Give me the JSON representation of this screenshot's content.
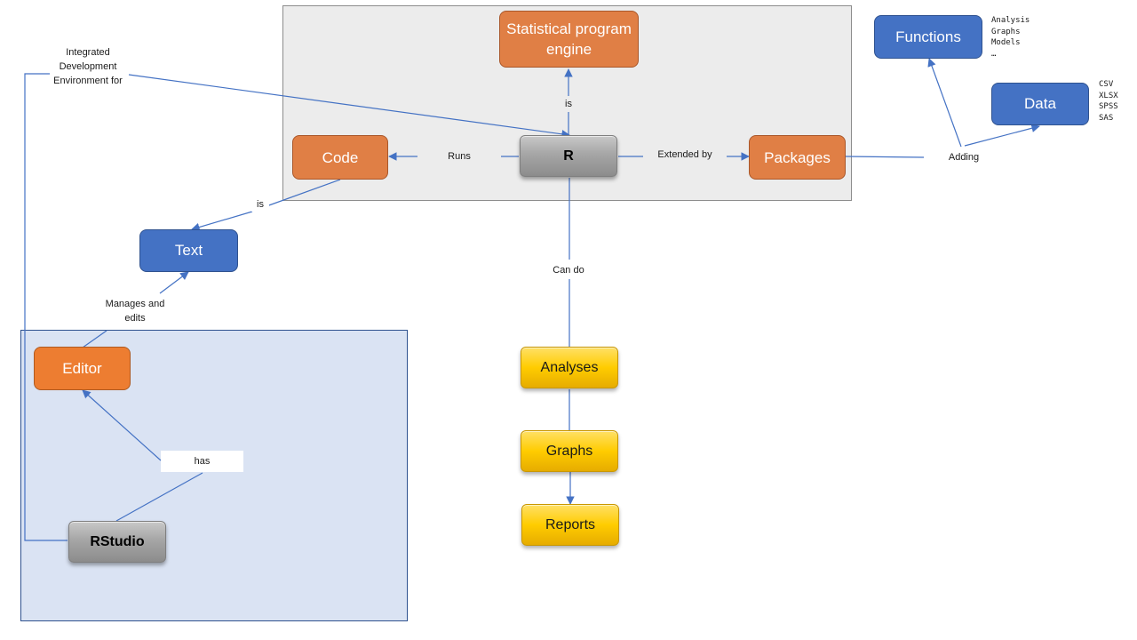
{
  "nodes": {
    "statistical_engine": "Statistical program engine",
    "r": "R",
    "code": "Code",
    "packages": "Packages",
    "functions": "Functions",
    "data": "Data",
    "text": "Text",
    "editor": "Editor",
    "rstudio": "RStudio",
    "analyses": "Analyses",
    "graphs": "Graphs",
    "reports": "Reports"
  },
  "edge_labels": {
    "ide_for": "Integrated Development Environment for",
    "is_engine": "is",
    "runs": "Runs",
    "extended_by": "Extended by",
    "adding": "Adding",
    "code_is": "is",
    "can_do": "Can do",
    "manages_and_edits": "Manages and edits",
    "has": "has"
  },
  "functions_list": [
    "Analysis",
    "Graphs",
    "Models",
    "…"
  ],
  "data_formats": [
    "CSV",
    "XLSX",
    "SPSS",
    "SAS"
  ],
  "colors": {
    "orange": "#e07f45",
    "blue": "#4472c4",
    "gray": "#a6a6a6",
    "gold": "#ffcc00",
    "region_gray": "#ececec",
    "region_blue": "#dae3f3",
    "connector": "#4472c4"
  }
}
